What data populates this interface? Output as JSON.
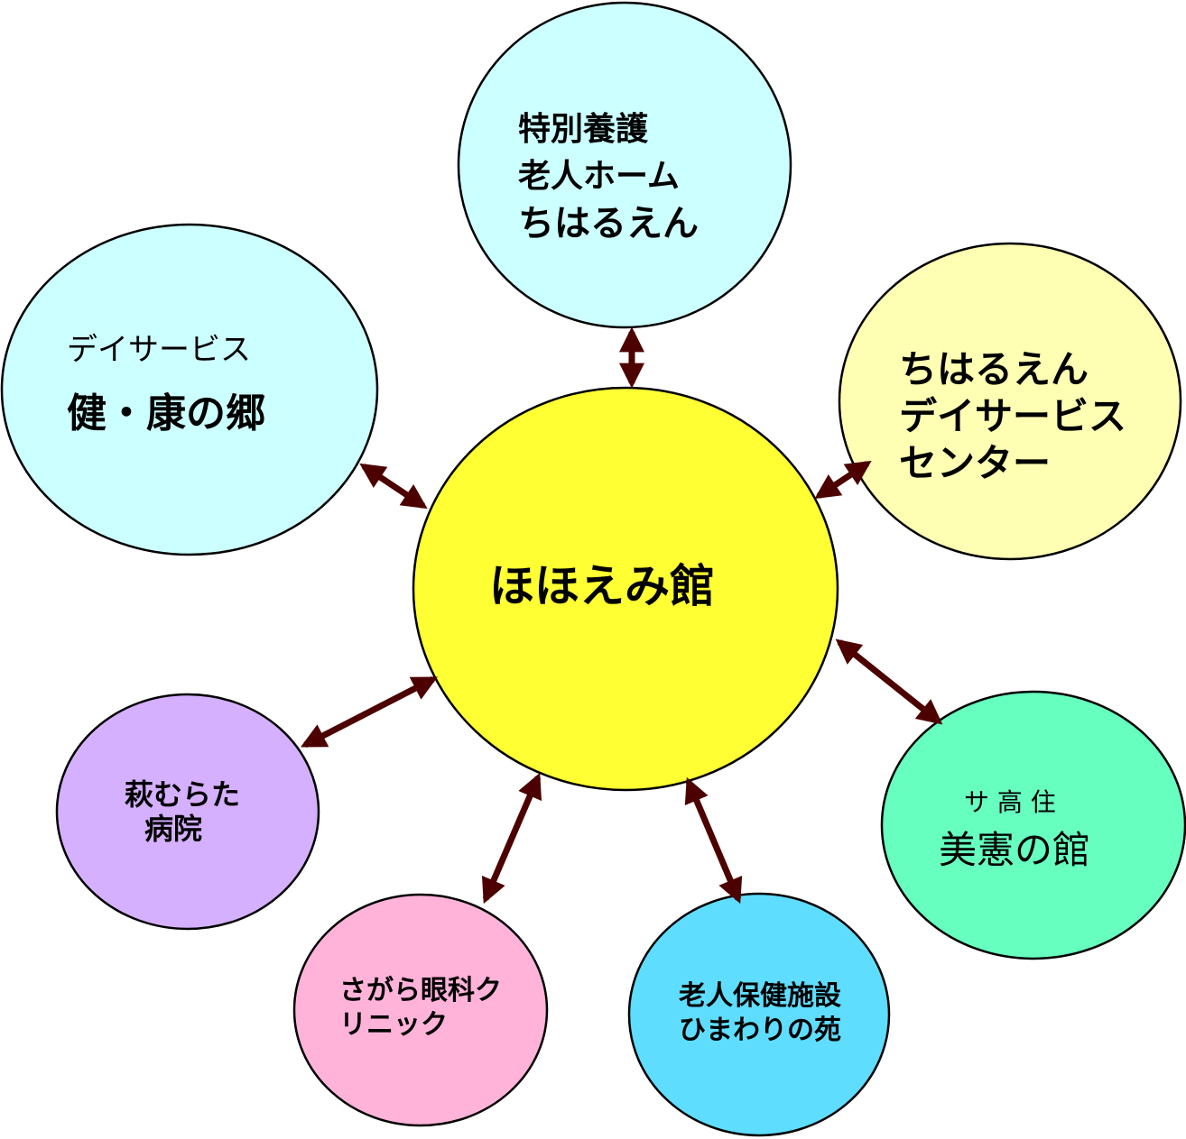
{
  "colors": {
    "arrow": "#4d0000",
    "center": "#ffff33",
    "top": "#ccffff",
    "left": "#ccffff",
    "right": "#ffffb3",
    "green": "#66ffc0",
    "blue": "#5fddff",
    "pink": "#ffb3d9",
    "purple": "#d5b0ff"
  },
  "center": {
    "label": "ほほえみ館"
  },
  "nodes": {
    "tokuyo": {
      "lines": [
        "特別養護",
        "老人ホーム",
        "ちはるえん"
      ]
    },
    "kenkou": {
      "line1": "デイサービス",
      "line2": "健・康の郷"
    },
    "chiharu_day": {
      "lines": [
        "ちはるえん",
        "デイサービス",
        "センター"
      ]
    },
    "sakouju": {
      "line1": "サ 高 住",
      "line2": "美憲の館"
    },
    "roken": {
      "lines": [
        "老人保健施設",
        "ひまわりの苑"
      ]
    },
    "sagara": {
      "lines": [
        "さがら眼科ク",
        "リニック"
      ]
    },
    "hagi": {
      "lines": [
        "萩むらた",
        "病院"
      ]
    }
  }
}
